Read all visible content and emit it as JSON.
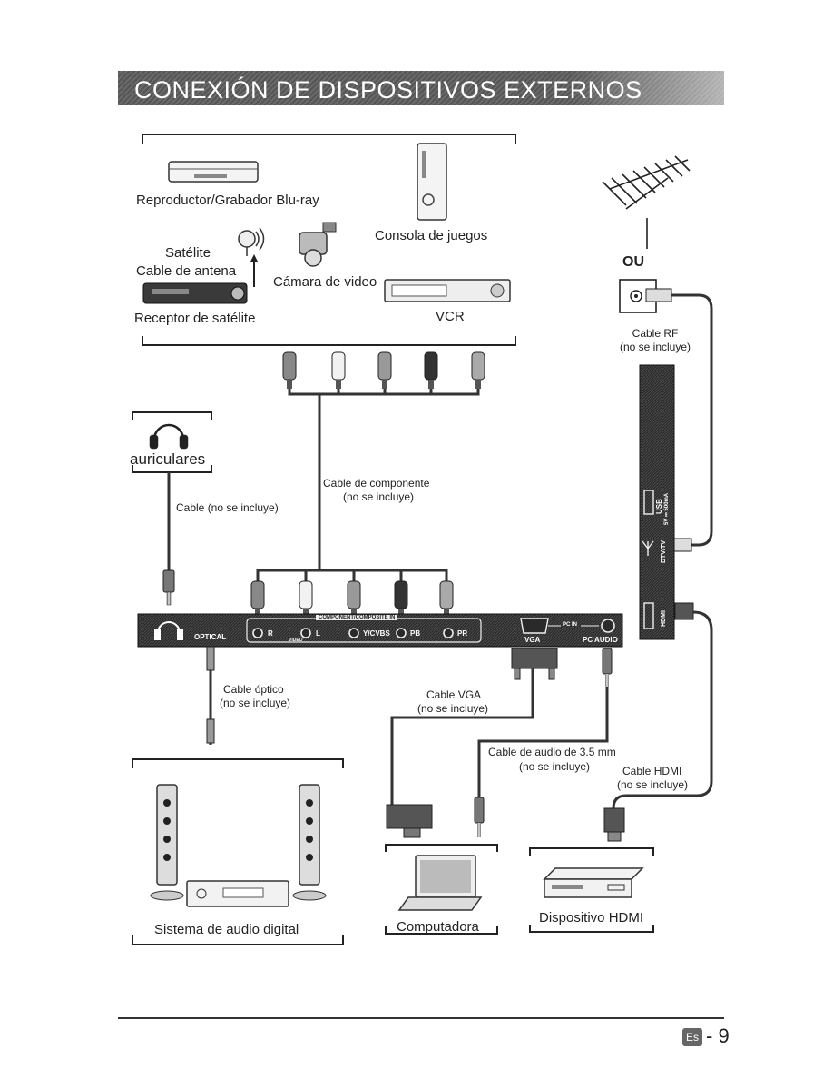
{
  "header": {
    "title": "CONEXIÓN DE DISPOSITIVOS EXTERNOS"
  },
  "devices": {
    "bluray": "Reproductor/Grabador Blu-ray",
    "console": "Consola de juegos",
    "satellite": "Satélite",
    "antenna_cable": "Cable de antena",
    "camera": "Cámara de video",
    "satellite_receiver": "Receptor de satélite",
    "vcr": "VCR",
    "or": "OU",
    "headphones": "auriculares",
    "audio_system": "Sistema de audio digital",
    "computer": "Computadora",
    "hdmi_device": "Dispositivo HDMI"
  },
  "cables": {
    "rf": "Cable RF",
    "rf_note": "(no se incluye)",
    "component": "Cable de componente",
    "component_note": "(no se incluye)",
    "headphone": "Cable (no se incluye)",
    "optical": "Cable óptico",
    "optical_note": "(no se incluye)",
    "vga": "Cable VGA",
    "vga_note": "(no se incluye)",
    "audio35": "Cable de audio de 3.5 mm",
    "audio35_note": "(no se incluye)",
    "hdmi": "Cable HDMI",
    "hdmi_note": "(no se incluye)"
  },
  "panel": {
    "optical": "OPTICAL",
    "component_in": "COMPONENT/COMPOSITE IN",
    "r": "R",
    "l": "L",
    "ycvbs": "Y/CVBS",
    "pb": "PB",
    "pr": "PR",
    "video": "VIDEO",
    "pc_in": "PC IN",
    "vga": "VGA",
    "pc_audio": "PC AUDIO",
    "usb": "USB",
    "usb_spec": "5V ⎓ 500mA",
    "dtv": "DTV/TV",
    "hdmi": "HDMI"
  },
  "footer": {
    "lang": "Es",
    "page": "- 9"
  },
  "colors": {
    "banner": "#5e5e5e",
    "panel": "#2a2a2a",
    "cable": "#3a3a3a",
    "accent_red": "#555555"
  }
}
